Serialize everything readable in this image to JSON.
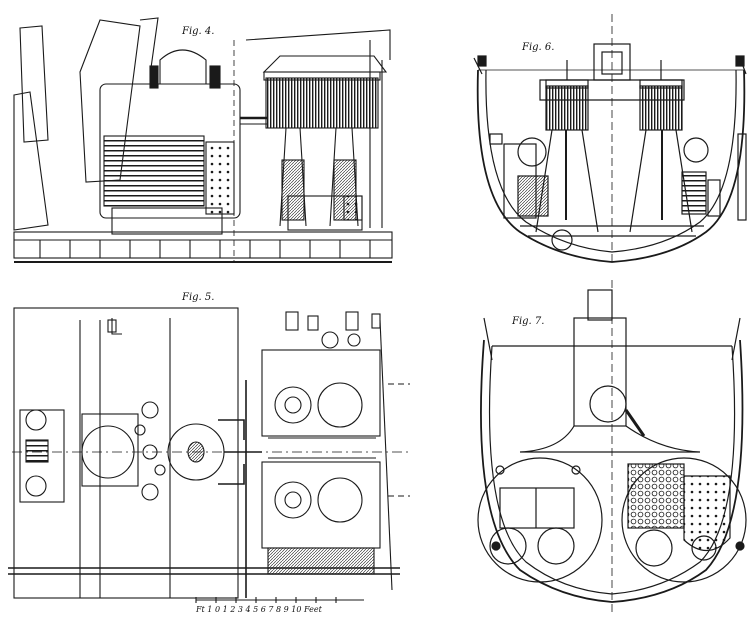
{
  "figures": {
    "fig4": {
      "label": "Fig. 4."
    },
    "fig5": {
      "label": "Fig. 5."
    },
    "fig6": {
      "label": "Fig. 6."
    },
    "fig7": {
      "label": "Fig. 7."
    }
  },
  "scale": {
    "label": "Ft 1 0 1 2 3 4 5 6 7 8 9 10 Feet"
  },
  "colors": {
    "ink": "#1a1a1a",
    "paper": "#ffffff"
  }
}
